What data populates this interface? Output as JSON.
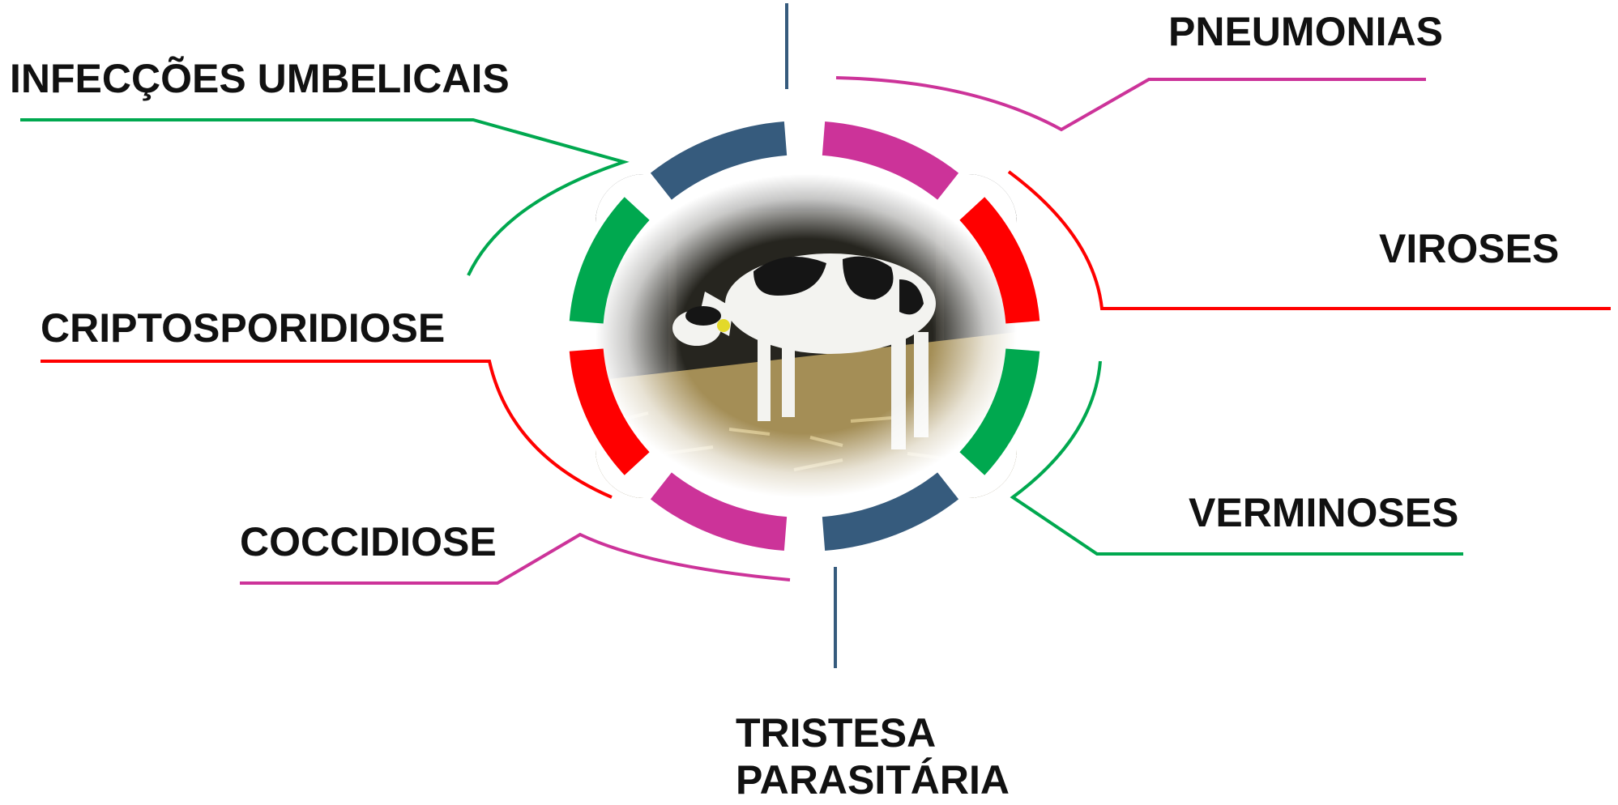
{
  "labels": {
    "infeccoes_umbelicais": "INFECÇÕES UMBELICAIS",
    "pneumonias": "PNEUMONIAS",
    "criptosporidiose": "CRIPTOSPORIDIOSE",
    "viroses": "VIROSES",
    "coccidiose": "COCCIDIOSE",
    "verminoses": "VERMINOSES",
    "tristesa_line1": "TRISTESA",
    "tristesa_line2": "PARASITÁRIA"
  },
  "colors": {
    "blue": "#365b7d",
    "magenta": "#cc3399",
    "red": "#ff0000",
    "green": "#00a84f",
    "text": "#111111"
  },
  "image": {
    "subject": "calf-photo"
  }
}
